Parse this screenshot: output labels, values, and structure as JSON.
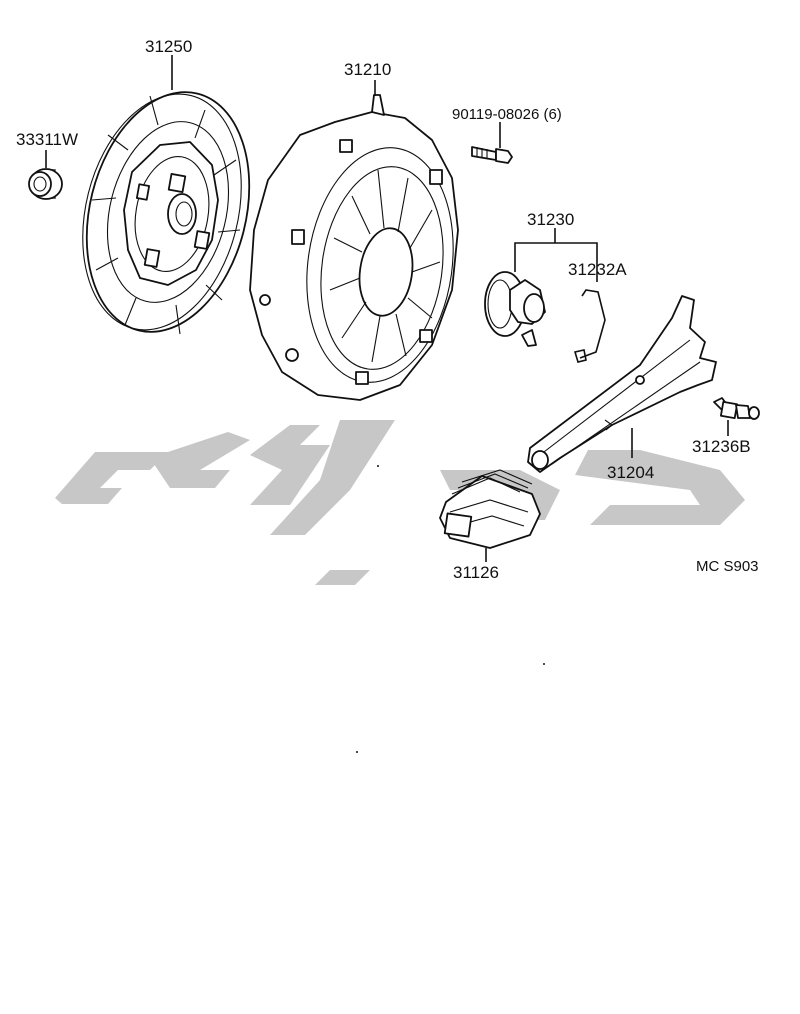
{
  "diagram": {
    "parts": [
      {
        "id": "p33311",
        "label": "33311W",
        "name": "pilot-bearing"
      },
      {
        "id": "p31250",
        "label": "31250",
        "name": "clutch-disc"
      },
      {
        "id": "p31210",
        "label": "31210",
        "name": "clutch-cover"
      },
      {
        "id": "p90119",
        "label": "90119-08026 (6)",
        "name": "cover-bolt"
      },
      {
        "id": "p31230",
        "label": "31230",
        "name": "release-bearing"
      },
      {
        "id": "p31232",
        "label": "31232A",
        "name": "release-clip"
      },
      {
        "id": "p31204",
        "label": "31204",
        "name": "release-fork"
      },
      {
        "id": "p31236",
        "label": "31236B",
        "name": "fork-pivot-stud"
      },
      {
        "id": "p31126",
        "label": "31126",
        "name": "fork-boot"
      }
    ],
    "diagram_code": "MC S903"
  },
  "watermark": {
    "color": "#c7c7c7"
  },
  "style": {
    "ink": "#111111"
  }
}
